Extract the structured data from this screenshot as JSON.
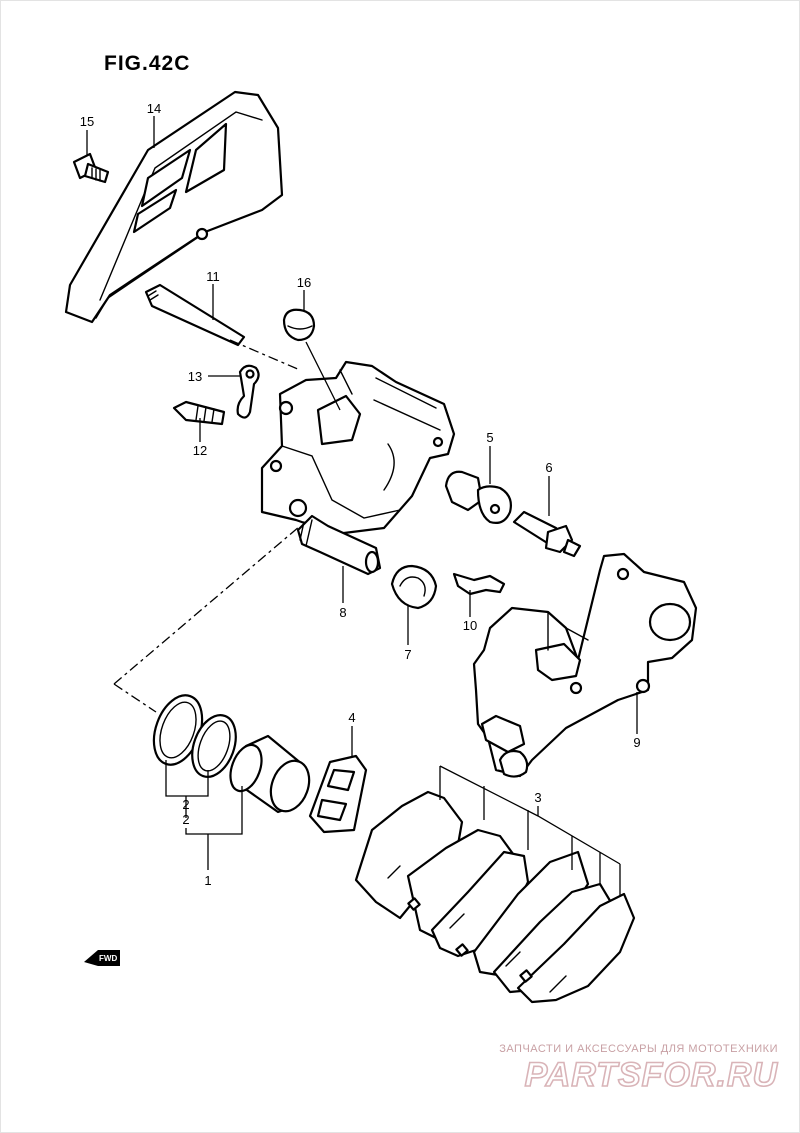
{
  "figure": {
    "title": "FIG.42C",
    "fwd_label": "FWD"
  },
  "callouts": [
    {
      "id": "1",
      "text": "1"
    },
    {
      "id": "2",
      "text": "2"
    },
    {
      "id": "3",
      "text": "3"
    },
    {
      "id": "4",
      "text": "4"
    },
    {
      "id": "5",
      "text": "5"
    },
    {
      "id": "6",
      "text": "6"
    },
    {
      "id": "7",
      "text": "7"
    },
    {
      "id": "8",
      "text": "8"
    },
    {
      "id": "9",
      "text": "9"
    },
    {
      "id": "10",
      "text": "10"
    },
    {
      "id": "11",
      "text": "11"
    },
    {
      "id": "12",
      "text": "12"
    },
    {
      "id": "13",
      "text": "13"
    },
    {
      "id": "14",
      "text": "14"
    },
    {
      "id": "15",
      "text": "15"
    },
    {
      "id": "16",
      "text": "16"
    }
  ],
  "watermark": {
    "tagline": "ЗАПЧАСТИ И АКСЕССУАРЫ ДЛЯ МОТОТЕХНИКИ",
    "logo": "PARTSFOR.RU"
  }
}
